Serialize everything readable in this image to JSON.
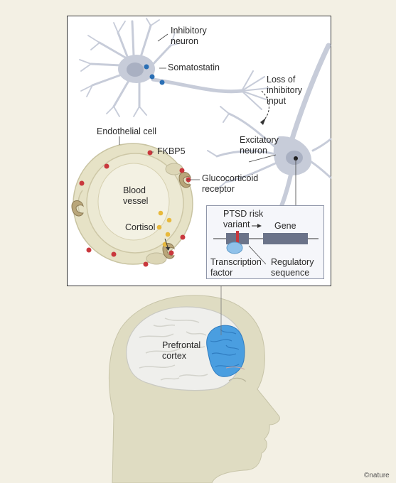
{
  "labels": {
    "inhibitory_neuron": "Inhibitory\nneuron",
    "somatostatin": "Somatostatin",
    "loss_of_input": "Loss of\ninhibitory\ninput",
    "endothelial_cell": "Endothelial cell",
    "fkbp5": "FKBP5",
    "glucocorticoid_receptor": "Glucocorticoid\nreceptor",
    "excitatory_neuron": "Excitatory\nneuron",
    "blood_vessel": "Blood\nvessel",
    "cortisol": "Cortisol",
    "ptsd_risk_variant": "PTSD risk\nvariant",
    "gene": "Gene",
    "transcription_factor": "Transcription\nfactor",
    "regulatory_sequence": "Regulatory\nsequence",
    "prefrontal_cortex": "Prefrontal\ncortex"
  },
  "credit": "©nature",
  "colors": {
    "background": "#f3f0e4",
    "panel": "#ffffff",
    "neuron": "#c7ccd9",
    "cell": "#e6e2c6",
    "cortex": "#4a9ee0",
    "fkbp5": "#c9383d",
    "cortisol": "#e8b93c",
    "somatostatin": "#2a6fb5"
  }
}
